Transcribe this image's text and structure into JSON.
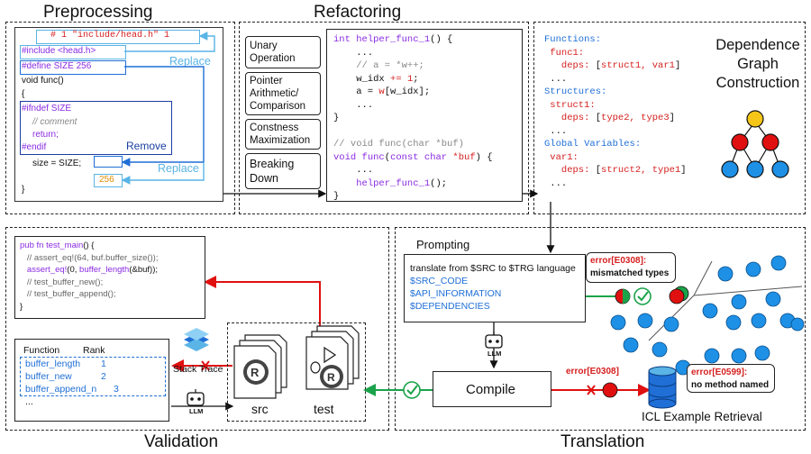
{
  "titles": {
    "preprocessing": "Preprocessing",
    "refactoring": "Refactoring",
    "dependence": "Dependence\nGraph\nConstruction",
    "validation": "Validation",
    "translation": "Translation",
    "prompting": "Prompting"
  },
  "preprocessing": {
    "include_quoted": "# 1 \"include/head.h\" 1",
    "include_head": "#include <head.h>",
    "define_size": "#define SIZE 256",
    "void_func": "void func()",
    "brace_open": "{",
    "ifndef": "#ifndef SIZE",
    "comment": "// comment",
    "return": "return;",
    "endif": "#endif",
    "size_line": "size = SIZE;",
    "brace_close": "}",
    "replace_1": "Replace",
    "remove": "Remove",
    "replace_2": "Replace",
    "value_256": "256"
  },
  "refactoring": {
    "items": [
      "Unary\nOperation",
      "Pointer\nArithmetic/\nComparison",
      "Constness\nMaximization",
      "Breaking\nDown"
    ],
    "code": [
      "int helper_func_1() {",
      "    ...",
      "    // a = *w++;",
      "    w_idx += 1;",
      "    a = w[w_idx];",
      "    ...",
      "}",
      "",
      "// void func(char *buf)",
      "void func(const char *buf) {",
      "    ...",
      "    helper_func_1();",
      "}"
    ]
  },
  "dependence": {
    "code": [
      "Functions:",
      " func1:",
      "   deps: [struct1, var1]",
      " ...",
      "Structures:",
      " struct1:",
      "   deps: [type2, type3]",
      " ...",
      "Global Variables:",
      " var1:",
      "   deps: [struct2, type1]",
      " ..."
    ]
  },
  "validation": {
    "test_code": [
      "pub fn test_main() {",
      "   // assert_eq!(64, buf.buffer_size());",
      "   assert_eq!(0, buffer_length(&buf));",
      "   // test_buffer_new();",
      "   // test_buffer_append();",
      "}"
    ],
    "rank_header": [
      "Function",
      "Rank"
    ],
    "rank_rows": [
      {
        "name": "buffer_length",
        "rank": "1"
      },
      {
        "name": "buffer_new",
        "rank": "2"
      },
      {
        "name": "buffer_append_n",
        "rank": "3"
      },
      {
        "name": "...",
        "rank": ""
      }
    ],
    "stack_trace": "Stack Trace",
    "llm": "LLM",
    "src": "src",
    "test": "test"
  },
  "translation": {
    "prompt_lines": [
      "translate from $SRC to $TRG language",
      "$SRC_CODE",
      "$API_INFORMATION",
      "$DEPENDENCIES"
    ],
    "compile": "Compile",
    "error_e0308": "error[E0308]",
    "error_e0308_full": "error[E0308]:",
    "mismatched": "mismatched types",
    "error_e0599": "error[E0599]:",
    "no_method": "no method named",
    "icl": "ICL Example Retrieval",
    "llm": "LLM"
  },
  "colors": {
    "red": "#e01010",
    "green": "#1aa34a",
    "blue_node": "#1e90e6",
    "yellow_node": "#f5c518",
    "light_blue": "#5ab4e6",
    "purple": "#8a2be2"
  }
}
